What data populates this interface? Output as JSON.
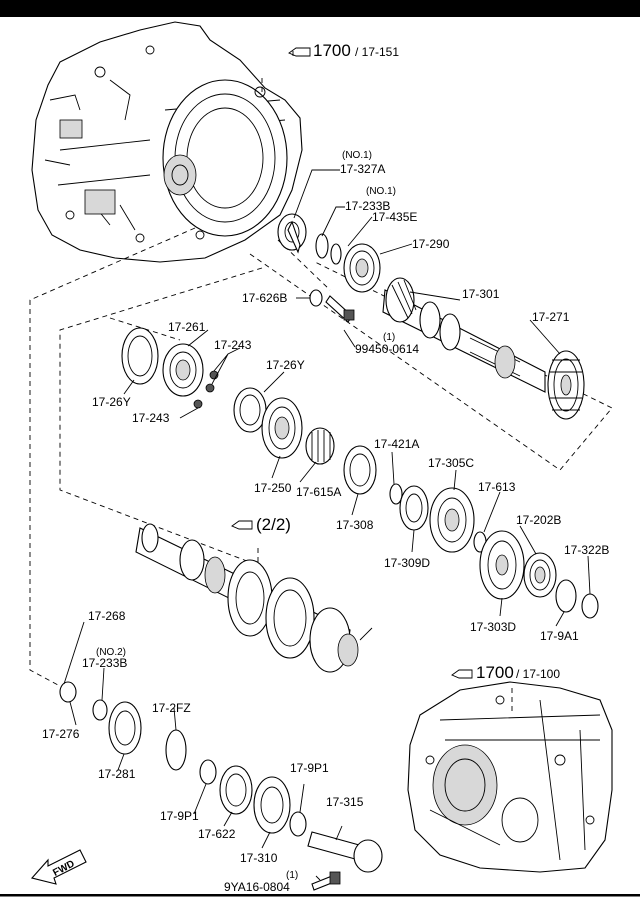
{
  "refs": {
    "top": {
      "num": "1700",
      "sub": "/ 17-151"
    },
    "bottom": {
      "num": "1700",
      "sub": "/ 17-100"
    },
    "page": "(2/2)"
  },
  "fwd": "FWD",
  "labels": {
    "no1_a": "(NO.1)",
    "p17_327A": "17-327A",
    "no1_b": "(NO.1)",
    "p17_233B": "17-233B",
    "p17_435E": "17-435E",
    "p17_290": "17-290",
    "p17_626B": "17-626B",
    "p17_301": "17-301",
    "p17_271": "17-271",
    "qty_99450": "(1)",
    "p99450_0614": "99450-0614",
    "p17_261": "17-261",
    "p17_243_a": "17-243",
    "p17_26Y_a": "17-26Y",
    "p17_26Y_b": "17-26Y",
    "p17_243_b": "17-243",
    "p17_250": "17-250",
    "p17_615A": "17-615A",
    "p17_421A": "17-421A",
    "p17_305C": "17-305C",
    "p17_613": "17-613",
    "p17_308": "17-308",
    "p17_309D": "17-309D",
    "p17_202B": "17-202B",
    "p17_322B": "17-322B",
    "p17_303D": "17-303D",
    "p17_9A1": "17-9A1",
    "p17_268": "17-268",
    "no2": "(NO.2)",
    "p17_233B_2": "17-233B",
    "p17_276": "17-276",
    "p17_2FZ": "17-2FZ",
    "p17_281": "17-281",
    "p17_9P1_a": "17-9P1",
    "p17_9P1_b": "17-9P1",
    "p17_315": "17-315",
    "p17_622": "17-622",
    "p17_310": "17-310",
    "qty_9YA": "(1)",
    "p9YA16_0804": "9YA16-0804"
  }
}
